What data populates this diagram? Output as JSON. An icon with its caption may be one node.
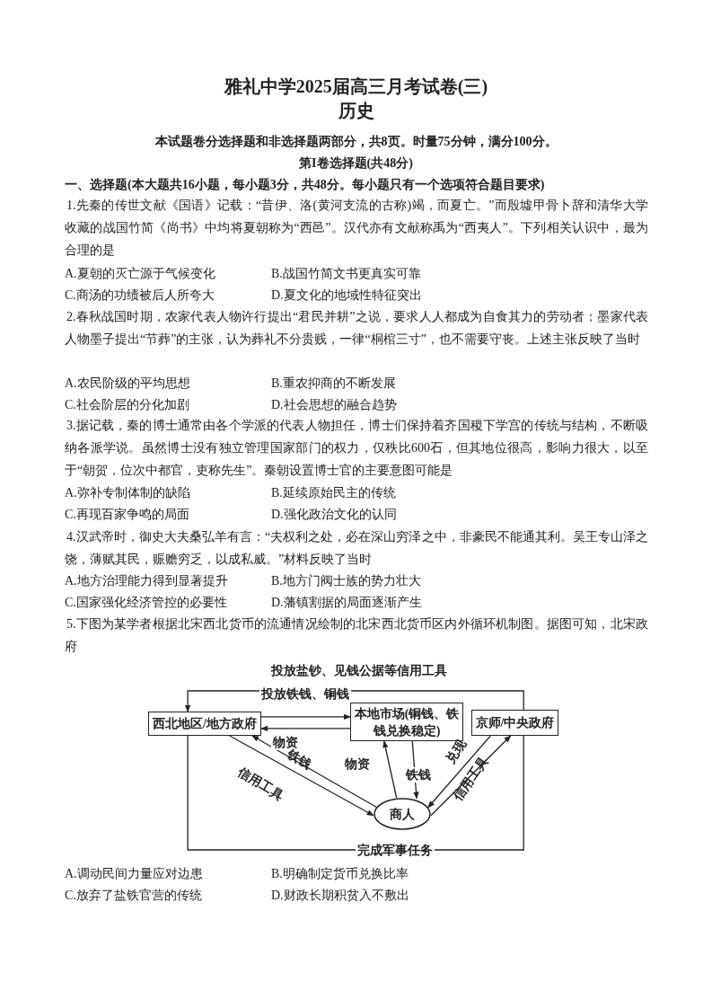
{
  "diagram": {
    "title": "雅礼中学2025届高三月考试卷(三)",
    "nodes": [
      {
        "text": [
          "西北地区/地方政府"
        ]
      },
      {
        "text": [
          "本地市场(铜钱、铁钱兑换稳定)"
        ]
      },
      {
        "text": [
          "京师/中央政府"
        ]
      },
      {
        "text": [
          "商人"
        ]
      }
    ],
    "edges": [
      {
        "from": 2,
        "to": 0,
        "arrow": "to",
        "label": "投放盐钞、见钱公据等信用工具"
      },
      {
        "from": 0,
        "to": 1,
        "arrow": "to",
        "label": "投放铁钱、铜钱"
      },
      {
        "from": 1,
        "to": 0,
        "arrow": "to",
        "label": "物资"
      },
      {
        "from": 3,
        "to": 0,
        "arrow": "to",
        "label": "铁钱"
      },
      {
        "from": 0,
        "to": 3,
        "arrow": "to",
        "label": "信用工具"
      },
      {
        "from": 3,
        "to": 1,
        "arrow": "to",
        "label": "物资"
      },
      {
        "from": 1,
        "to": 3,
        "arrow": "to",
        "label": "铁钱"
      },
      {
        "from": 2,
        "to": 3,
        "arrow": "to",
        "label": "兑现"
      },
      {
        "from": 3,
        "to": 2,
        "arrow": "to",
        "label": "信用工具"
      },
      {
        "from": 0,
        "to": 2,
        "arrow": "none",
        "label": "完成军事任务"
      }
    ],
    "labels": [
      "历史",
      "本试题卷分选择题和非选择题两部分，共8页。时量75分钟，满分100分。",
      "第I卷选择题(共48分)",
      "一、选择题(本大题共16小题，每小题3分，共48分。每小题只有一个选项符合题目要求)",
      "1.先秦的传世文献《国语》记载：“昔伊、洛(黄河支流的古称)竭，而夏亡。”而殷墟甲骨卜辞和清华大学收藏的战国竹简《尚书》中均将夏朝称为“西邑”。汉代亦有文献称禹为“西夷人”。下列相关认识中，最为合理的是",
      "A.夏朝的灭亡源于气候变化",
      "B.战国竹简文书更真实可靠",
      "C.商汤的功绩被后人所夸大",
      "D.夏文化的地域性特征突出",
      "2.春秋战国时期，农家代表人物许行提出“君民并耕”之说，要求人人都成为自食其力的劳动者；墨家代表人物墨子提出“节葬”的主张，认为葬礼不分贵贱，一律“桐棺三寸”，也不需要守丧。上述主张反映了当时",
      "A.农民阶级的平均思想",
      "B.重农抑商的不断发展",
      "C.社会阶层的分化加剧",
      "D.社会思想的融合趋势",
      "3.据记载，秦的博士通常由各个学派的代表人物担任，博士们保持着齐国稷下学宫的传统与结构，不断吸纳各派学说。虽然博士没有独立管理国家部门的权力，仅秩比600石，但其地位很高，影响力很大，以至于“朝贺，位次中都官，吏称先生”。秦朝设置博士官的主要意图可能是",
      "A.弥补专制体制的缺陷",
      "B.延续原始民主的传统",
      "C.再现百家争鸣的局面",
      "D.强化政治文化的认同",
      "4.汉武帝时，御史大夫桑弘羊有言：“夫权利之处，必在深山穷泽之中，非豪民不能通其利。吴王专山泽之饶，薄赋其民，赈赡穷乏，以成私威。”材料反映了当时",
      "A.地方治理能力得到显著提升",
      "B.地方门阀士族的势力壮大",
      "C.国家强化经济管控的必要性",
      "D.藩镇割据的局面逐渐产生",
      "5.下图为某学者根据北宋西北货币的流通情况绘制的北宋西北货币区内外循环机制图。据图可知，北宋政府",
      "A.调动民间力量应对边患",
      "B.明确制定货币兑换比率",
      "C.放弃了盐铁官营的传统",
      "D.财政长期积贫入不敷出"
    ]
  }
}
